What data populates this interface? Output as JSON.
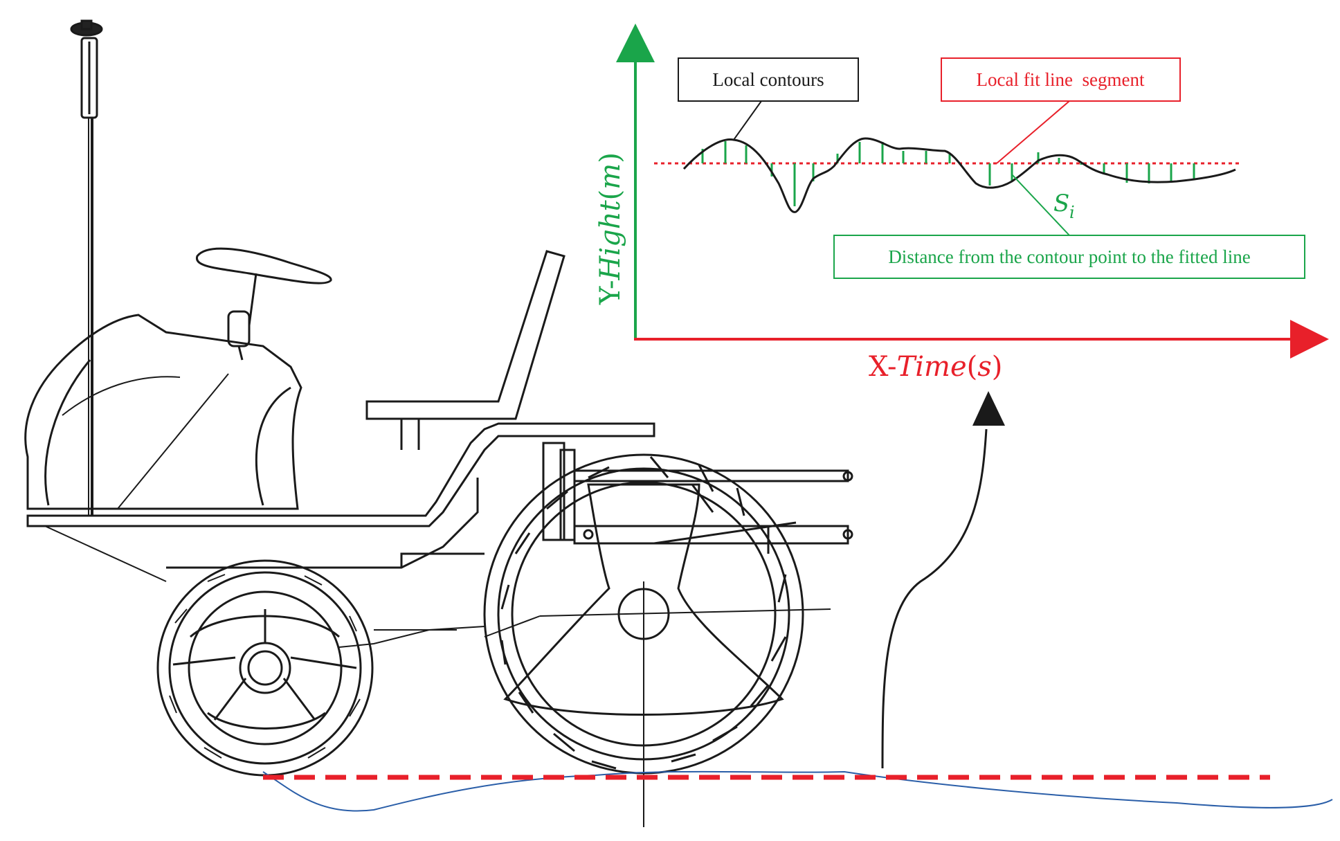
{
  "labels": {
    "local_contours": "Local contours",
    "local_fit_line": "Local fit line  segment",
    "distance_note": "Distance from the contour point to the fitted line",
    "s_symbol": "S",
    "s_subscript": "i"
  },
  "axes": {
    "y_prefix": "Y-",
    "y_name": "Hight",
    "y_unit_open": "(",
    "y_unit": "m",
    "y_unit_close": ")",
    "x_prefix": "X-",
    "x_name": "Time",
    "x_unit_open": "(",
    "x_unit": "s",
    "x_unit_close": ")"
  },
  "colors": {
    "y_axis": "#1aa54a",
    "x_axis": "#e8202a",
    "fit_line": "#e8202a",
    "contour": "#1a1a1a",
    "distance_ticks": "#1aa54a",
    "ground_profile": "#2a5ea8",
    "ground_reference": "#e8202a",
    "note_box_border": "#1aa54a",
    "fit_box_border": "#e8202a",
    "contour_box_border": "#1a1a1a"
  },
  "icons": {
    "gnss_antenna": "gnss-antenna-icon",
    "tractor": "high-clearance-tractor-illustration",
    "arrow": "curved-arrow-icon"
  }
}
